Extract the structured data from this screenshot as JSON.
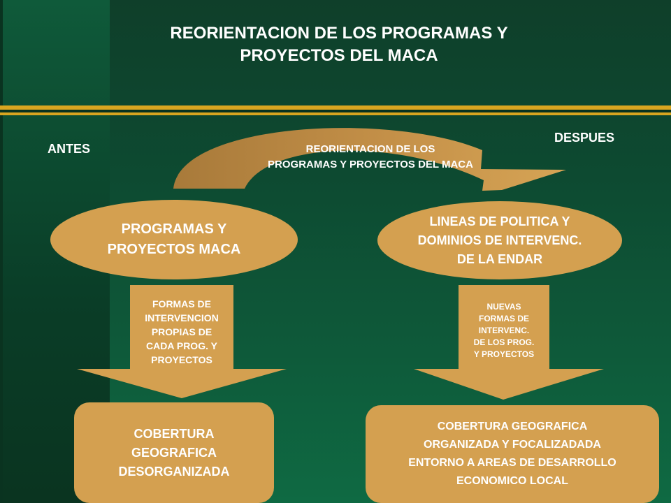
{
  "title": {
    "line1": "REORIENTACION DE LOS PROGRAMAS Y",
    "line2": "PROYECTOS DEL MACA"
  },
  "labels": {
    "antes": "ANTES",
    "despues": "DESPUES"
  },
  "curved_arrow": {
    "line1": "REORIENTACION DE LOS",
    "line2": "PROGRAMAS Y PROYECTOS DEL MACA"
  },
  "left_ellipse": {
    "line1": "PROGRAMAS Y",
    "line2": "PROYECTOS MACA"
  },
  "right_ellipse": {
    "line1": "LINEAS DE POLITICA Y",
    "line2": "DOMINIOS DE INTERVENC.",
    "line3": "DE LA ENDAR"
  },
  "left_arrow": {
    "lines": [
      "FORMAS DE",
      "INTERVENCION",
      "PROPIAS DE",
      "CADA PROG. Y",
      "PROYECTOS"
    ]
  },
  "right_arrow": {
    "lines": [
      "NUEVAS",
      "FORMAS DE",
      "INTERVENC.",
      "DE LOS PROG.",
      "Y PROYECTOS"
    ]
  },
  "left_box": {
    "lines": [
      "COBERTURA",
      "GEOGRAFICA",
      "DESORGANIZADA"
    ]
  },
  "right_box": {
    "lines": [
      "COBERTURA GEOGRAFICA",
      "ORGANIZADA Y FOCALIZADADA",
      "ENTORNO A AREAS DE DESARROLLO",
      "ECONOMICO LOCAL"
    ]
  },
  "colors": {
    "shape_fill": "#d4a050",
    "arc_dark": "#a87a3a",
    "stripe_gold": "#d9a520",
    "background_green": "#0e5a3a"
  }
}
